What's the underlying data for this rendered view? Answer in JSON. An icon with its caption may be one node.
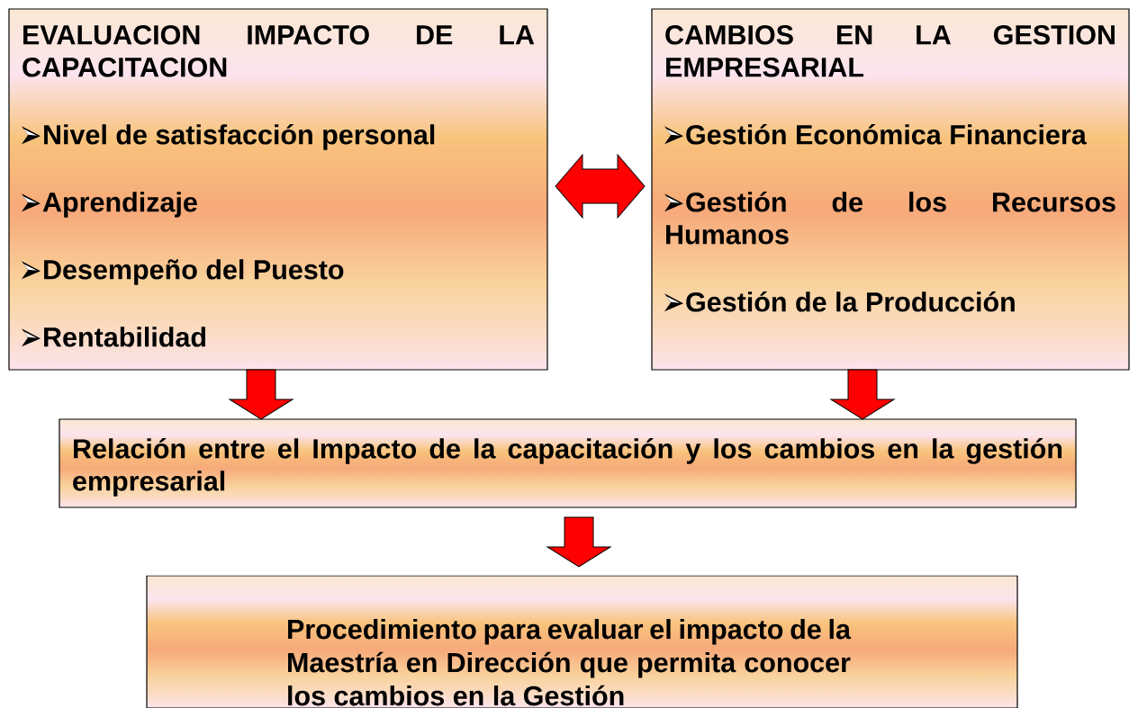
{
  "diagram": {
    "nodes": [
      {
        "text": [
          "EVALUACION IMPACTO DE LA CAPACITACION",
          "Nivel de satisfacción personal",
          "Aprendizaje",
          "Desempeño del Puesto",
          "Rentabilidad"
        ]
      },
      {
        "text": [
          "CAMBIOS EN LA GESTION EMPRESARIAL",
          "Gestión Económica Financiera",
          "Gestión de los Recursos Humanos",
          "Gestión de la Producción"
        ]
      },
      {
        "text": [
          "Relación entre el Impacto de la capacitación y los cambios en la gestión empresarial"
        ]
      },
      {
        "text": [
          "Procedimiento para evaluar el impacto de la Maestría en Dirección que permita conocer los cambios en la Gestión"
        ]
      }
    ],
    "edges": [
      {
        "from": 0,
        "to": 1,
        "arrow": "both"
      },
      {
        "from": 0,
        "to": 2,
        "arrow": "to"
      },
      {
        "from": 1,
        "to": 2,
        "arrow": "to"
      },
      {
        "from": 2,
        "to": 3,
        "arrow": "to"
      }
    ]
  }
}
